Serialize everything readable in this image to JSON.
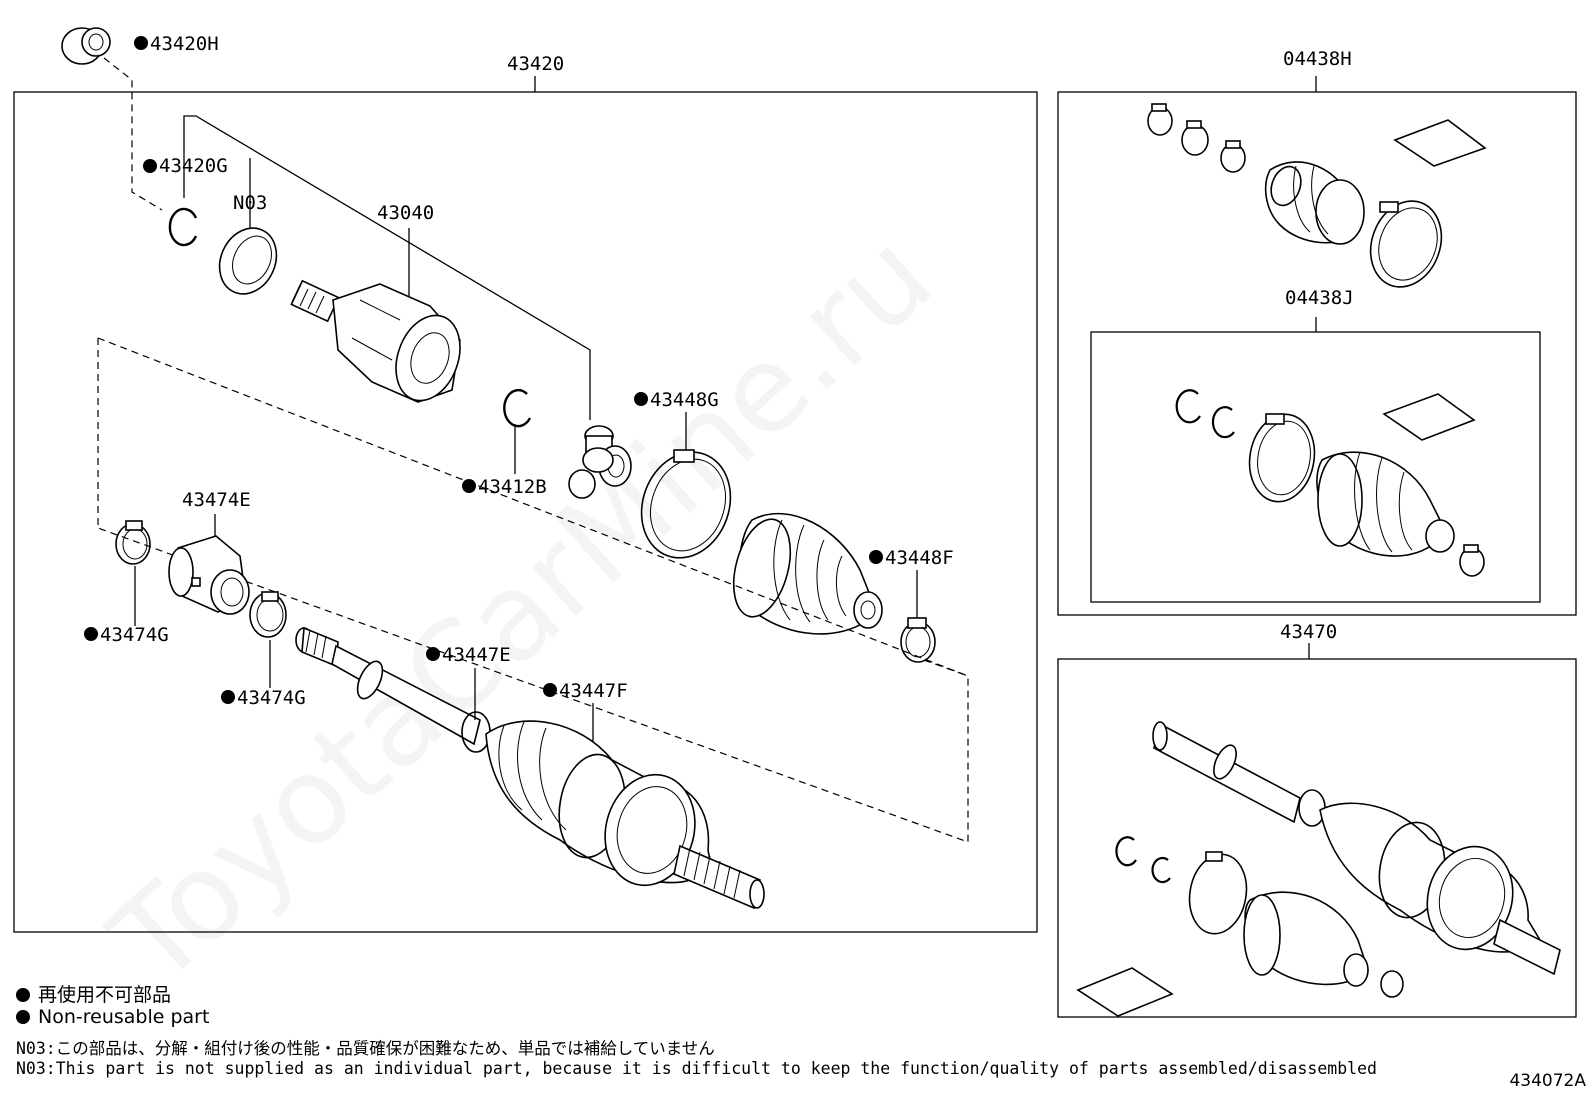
{
  "callouts": {
    "p43420H": "43420H",
    "p43420": "43420",
    "p43420G": "43420G",
    "n03": "N03",
    "p43040": "43040",
    "p43448G": "43448G",
    "p43412B": "43412B",
    "p43474E": "43474E",
    "p43448F": "43448F",
    "p43474G_a": "43474G",
    "p43447E": "43447E",
    "p43474G_b": "43474G",
    "p43447F": "43447F",
    "p04438H": "04438H",
    "p04438J": "04438J",
    "p43470": "43470"
  },
  "legend": {
    "jp": "再使用不可部品",
    "en": "Non-reusable part"
  },
  "notes": {
    "jp": "N03:この部品は、分解・組付け後の性能・品質確保が困難なため、単品では補給していません",
    "en": "N03:This part is not supplied as an individual part, because it is difficult to keep the function/quality of parts assembled/disassembled"
  },
  "figure_id": "434072A",
  "watermark": "ToyotaCarMine.ru"
}
